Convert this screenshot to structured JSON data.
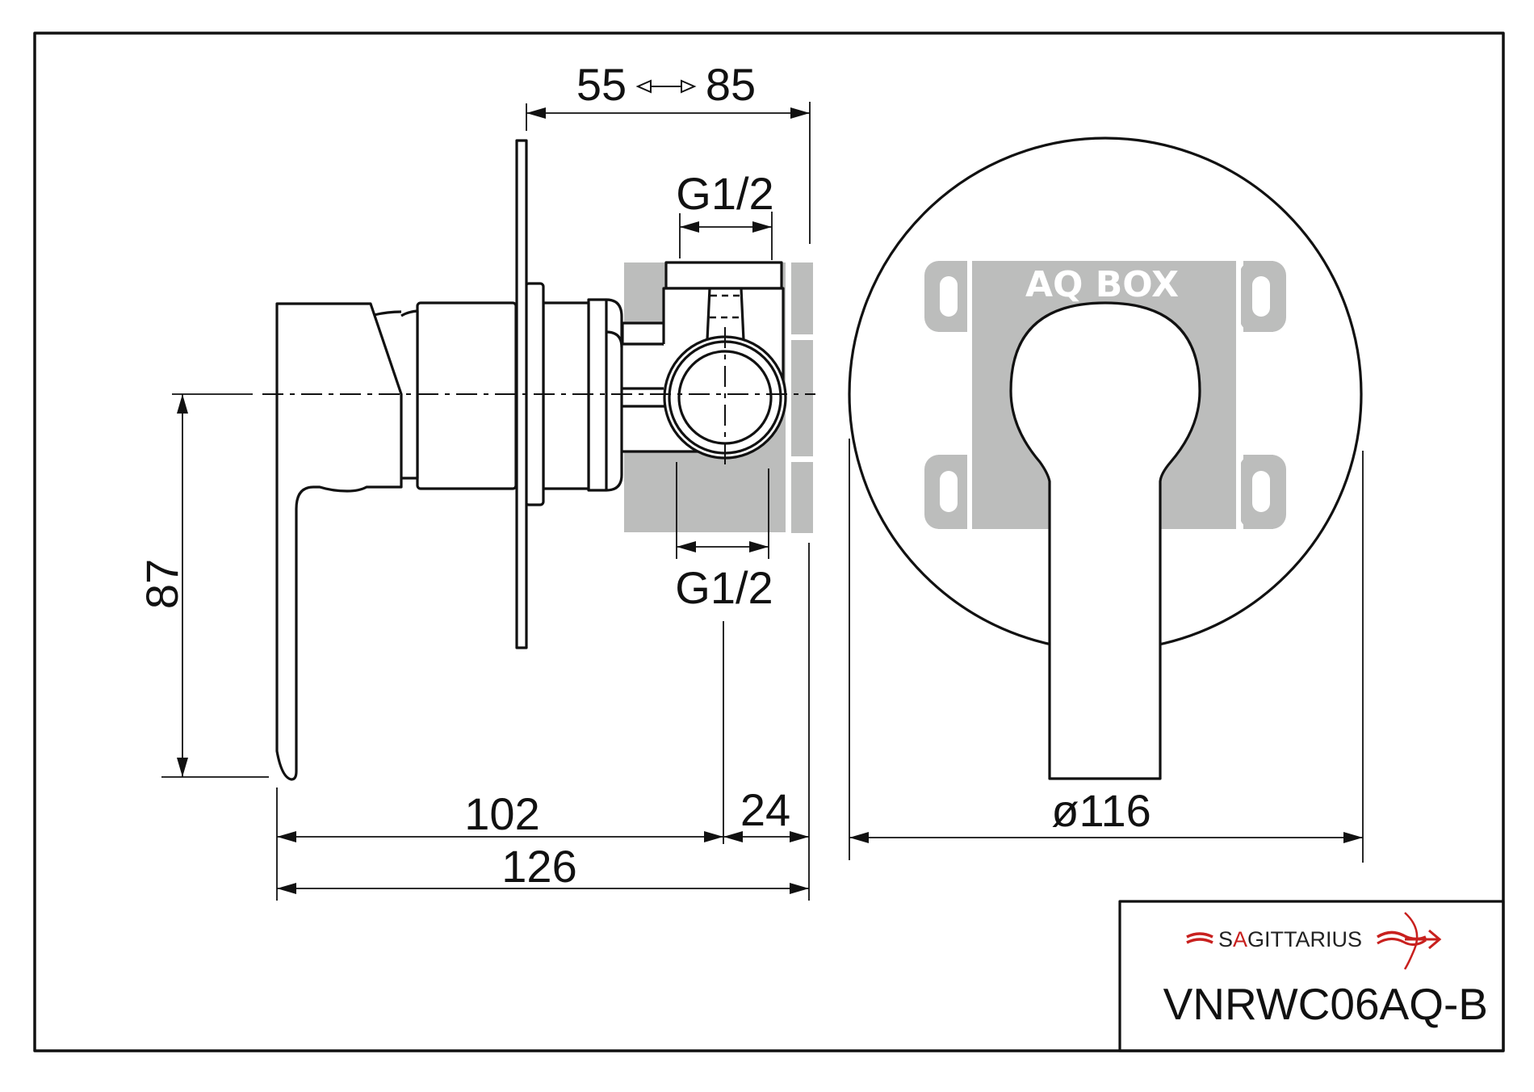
{
  "drawing": {
    "title": "Concealed shower mixer technical drawing",
    "dimensions": {
      "depth_adjustment": {
        "min": "55",
        "max": "85",
        "separator_icon": "double-arrow-outline-icon"
      },
      "thread_top": "G1/2",
      "thread_bottom": "G1/2",
      "handle_drop": "87",
      "projection_front": "102",
      "projection_body": "24",
      "projection_total": "126",
      "plate_diameter": "ø116"
    },
    "box_label": "AQ BOX",
    "views": [
      "side-view",
      "front-view"
    ]
  },
  "title_block": {
    "brand": {
      "prefix": "S",
      "highlight": "A",
      "suffix": "GITTARIUS",
      "accent_color": "#c8201e",
      "text_color": "#222222"
    },
    "model_code": "VNRWC06AQ-B"
  },
  "colors": {
    "line": "#111111",
    "box_fill": "#bcbdbc",
    "background": "#ffffff"
  }
}
